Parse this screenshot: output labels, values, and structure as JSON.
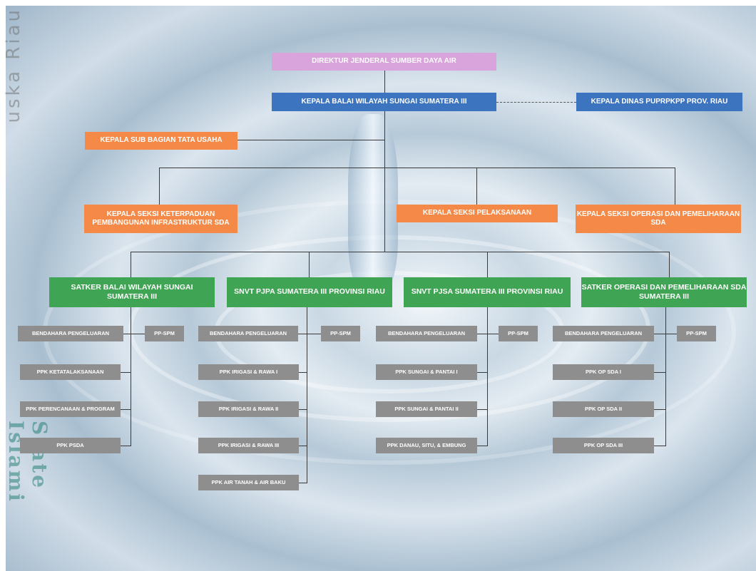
{
  "watermark": {
    "top": "uska Riau",
    "bottom": "State Islami"
  },
  "boxes": {
    "dirjen": "DIREKTUR JENDERAL SUMBER DAYA AIR",
    "kepala_balai": "KEPALA BALAI WILAYAH SUNGAI SUMATERA III",
    "dinas": "KEPALA DINAS PUPRPKPP PROV. RIAU",
    "tata_usaha": "KEPALA SUB BAGIAN TATA USAHA",
    "seksi_keterpaduan": "KEPALA SEKSI KETERPADUAN PEMBANGUNAN INFRASTRUKTUR SDA",
    "seksi_pelaksanaan": "KEPALA SEKSI PELAKSANAAN",
    "seksi_operasi": "KEPALA SEKSI OPERASI DAN PEMELIHARAAN SDA"
  },
  "units": [
    {
      "title": "SATKER BALAI WILAYAH SUNGAI SUMATERA III",
      "bendahara": "BENDAHARA PENGELUARAN",
      "ppspm": "PP-SPM",
      "ppk": [
        "PPK KETATALAKSANAAN",
        "PPK PERENCANAAN & PROGRAM",
        "PPK PSDA"
      ]
    },
    {
      "title": "SNVT PJPA SUMATERA III PROVINSI RIAU",
      "bendahara": "BENDAHARA PENGELUARAN",
      "ppspm": "PP-SPM",
      "ppk": [
        "PPK IRIGASI & RAWA I",
        "PPK IRIGASI & RAWA II",
        "PPK IRIGASI & RAWA III",
        "PPK AIR TANAH & AIR BAKU"
      ]
    },
    {
      "title": "SNVT PJSA SUMATERA III PROVINSI RIAU",
      "bendahara": "BENDAHARA PENGELUARAN",
      "ppspm": "PP-SPM",
      "ppk": [
        "PPK SUNGAI & PANTAI I",
        "PPK SUNGAI & PANTAI II",
        "PPK DANAU, SITU, & EMBUNG"
      ]
    },
    {
      "title": "SATKER OPERASI DAN PEMELIHARAAN SDA SUMATERA III",
      "bendahara": "BENDAHARA PENGELUARAN",
      "ppspm": "PP-SPM",
      "ppk": [
        "PPK OP SDA I",
        "PPK OP SDA II",
        "PPK OP SDA III"
      ]
    }
  ],
  "colors": {
    "dirjen": "#d9a3dc",
    "kepala_balai": "#3c74c0",
    "seksi": "#f58a48",
    "satker": "#3fa453",
    "ppk": "#8e8e8e"
  }
}
